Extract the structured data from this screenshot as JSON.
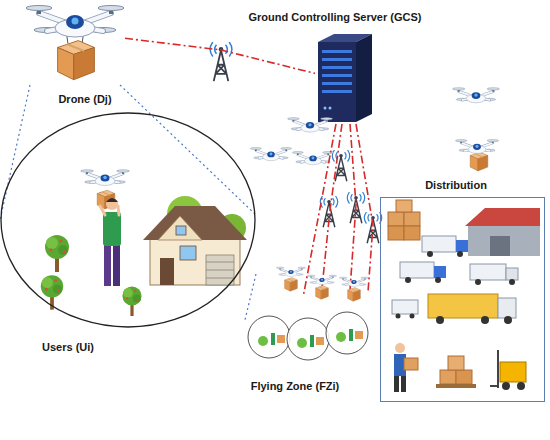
{
  "diagram": {
    "nodes": [
      {
        "text": [
          "Drone (Dj)"
        ]
      },
      {
        "text": [
          "Ground Controlling Server (GCS)"
        ]
      },
      {
        "text": [
          "Distribution"
        ]
      },
      {
        "text": [
          "Users (Ui)"
        ]
      },
      {
        "text": [
          "Flying Zone (FZi)"
        ]
      }
    ],
    "edges": [
      {
        "from": 0,
        "to": 1,
        "arrow": "none"
      },
      {
        "from": 1,
        "to": 4,
        "arrow": "none"
      },
      {
        "from": 0,
        "to": 3,
        "arrow": "none"
      },
      {
        "from": 3,
        "to": 4,
        "arrow": "none"
      }
    ]
  }
}
